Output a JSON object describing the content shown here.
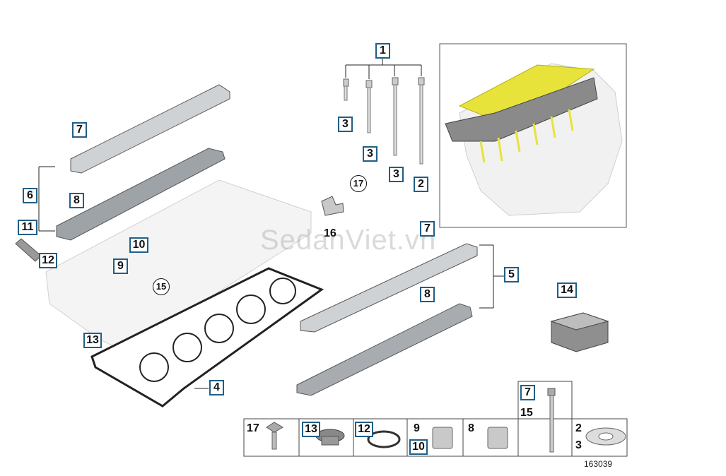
{
  "callouts": {
    "c1": "1",
    "c2": "2",
    "c3a": "3",
    "c3b": "3",
    "c3c": "3",
    "c4": "4",
    "c5": "5",
    "c6": "6",
    "c7a": "7",
    "c7b": "7",
    "c8a": "8",
    "c8b": "8",
    "c9": "9",
    "c10": "10",
    "c11": "11",
    "c12": "12",
    "c13": "13",
    "c14": "14",
    "c15": "15",
    "c16": "16",
    "c17": "17"
  },
  "parts_table": {
    "cells": [
      {
        "label": "17"
      },
      {
        "label": "13"
      },
      {
        "label": "12"
      },
      {
        "label_top": "9",
        "label_bottom": "10"
      },
      {
        "label": "8"
      },
      {
        "label_top": "7",
        "label_bottom": "15"
      },
      {
        "label_top": "2",
        "label_bottom": "3"
      }
    ]
  },
  "watermark": "SedanViet.vn",
  "doc_number": "163039",
  "colors": {
    "accent_box": "#1f5f86",
    "highlight": "#e8e33a"
  }
}
